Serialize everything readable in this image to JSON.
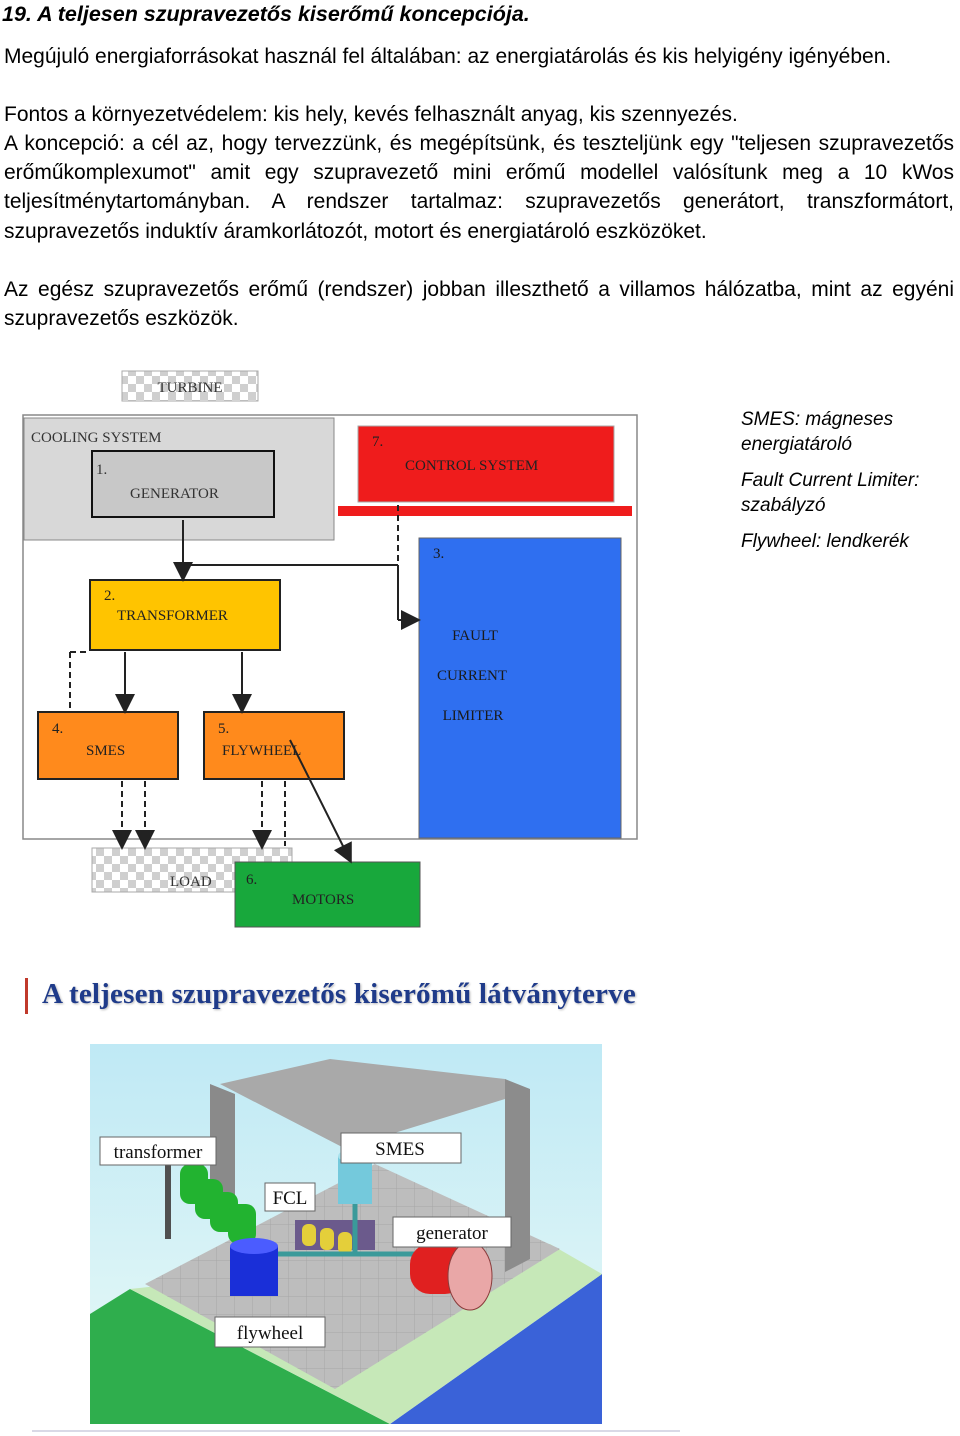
{
  "document": {
    "heading": "19. A teljesen szupravezetős kiserőmű koncepciója.",
    "paragraphs": {
      "p1": "Megújuló energiaforrásokat használ fel általában: az energiatárolás és kis helyigény igényében.",
      "p2": "Fontos a környezetvédelem: kis hely, kevés felhasznált anyag, kis szennyezés.",
      "p3": "A koncepció: a cél az, hogy tervezzünk, és megépítsünk, és teszteljünk egy \"teljesen szupravezetős erőműkomplexumot\" amit egy szupravezető mini erőmű modellel valósítunk meg a 10 kWos teljesítménytartományban. A rendszer tartalmaz: szupravezetős generátort, transzformátort, szupravezetős induktív áramkorlátozót, motort és energiatároló eszközöket.",
      "p4": "Az egész szupravezetős erőmű (rendszer) jobban illeszthető a villamos hálózatba, mint az egyéni szupravezetős eszközök."
    },
    "legend": {
      "smes": "SMES: mágneses energiatároló",
      "fcl": "Fault Current Limiter: szabályzó",
      "flywheel": "Flywheel: lendkerék"
    },
    "subheading": "A teljesen szupravezetős kiserőmű látványterve"
  },
  "diagram": {
    "turbine": "TURBINE",
    "cooling": "COOLING SYSTEM",
    "generator_num": "1.",
    "generator": "GENERATOR",
    "control_num": "7.",
    "control": "CONTROL SYSTEM",
    "fcl_num": "3.",
    "fcl_line1": "FAULT",
    "fcl_line2": "CURRENT",
    "fcl_line3": "LIMITER",
    "transformer_num": "2.",
    "transformer": "TRANSFORMER",
    "smes_num": "4.",
    "smes": "SMES",
    "flywheel_num": "5.",
    "flywheel": "FLYWHEEL",
    "load": "LOAD",
    "motors_num": "6.",
    "motors": "MOTORS",
    "colors": {
      "gray_box": "#c0c0c0",
      "control": "#ef1c1c",
      "fcl": "#2f6ff0",
      "transformer": "#ffc400",
      "orange": "#ff8a1c",
      "motors": "#18a83c"
    }
  },
  "render": {
    "labels": {
      "transformer": "transformer",
      "smes": "SMES",
      "fcl": "FCL",
      "generator": "generator",
      "flywheel": "flywheel"
    }
  }
}
